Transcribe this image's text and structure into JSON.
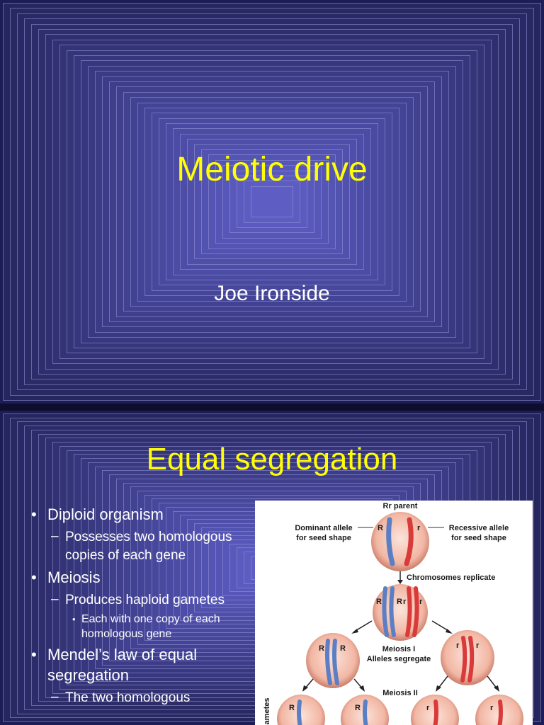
{
  "slide1": {
    "title": "Meiotic drive",
    "author": "Joe Ironside"
  },
  "slide2": {
    "title": "Equal segregation",
    "bullets": [
      {
        "level": 1,
        "text": "Diploid organism"
      },
      {
        "level": 2,
        "text": "Possesses two homologous copies of each gene"
      },
      {
        "level": 1,
        "text": "Meiosis"
      },
      {
        "level": 2,
        "text": "Produces haploid gametes"
      },
      {
        "level": 3,
        "text": "Each with one copy of each homologous gene"
      },
      {
        "level": 1,
        "text": "Mendel’s law of equal segregation"
      },
      {
        "level": 2,
        "text": "The two homologous"
      }
    ],
    "figure": {
      "parent_label": "Rr parent",
      "dominant_label_1": "Dominant allele",
      "dominant_label_2": "for seed shape",
      "recessive_label_1": "Recessive allele",
      "recessive_label_2": "for seed shape",
      "replicate_label": "Chromosomes replicate",
      "meiosis1_label": "Meiosis I",
      "segregate_label": "Alleles segregate",
      "meiosis2_label": "Meiosis II",
      "gametes_label": "Gametes",
      "allele_R": "R",
      "allele_r": "r",
      "colors": {
        "dominant": "#5b7fc4",
        "recessive": "#d93a3a",
        "cell": "#f2b7a4"
      }
    }
  },
  "colors": {
    "background": "#1c1c57",
    "title": "#ffff00",
    "text": "#ffffff"
  }
}
